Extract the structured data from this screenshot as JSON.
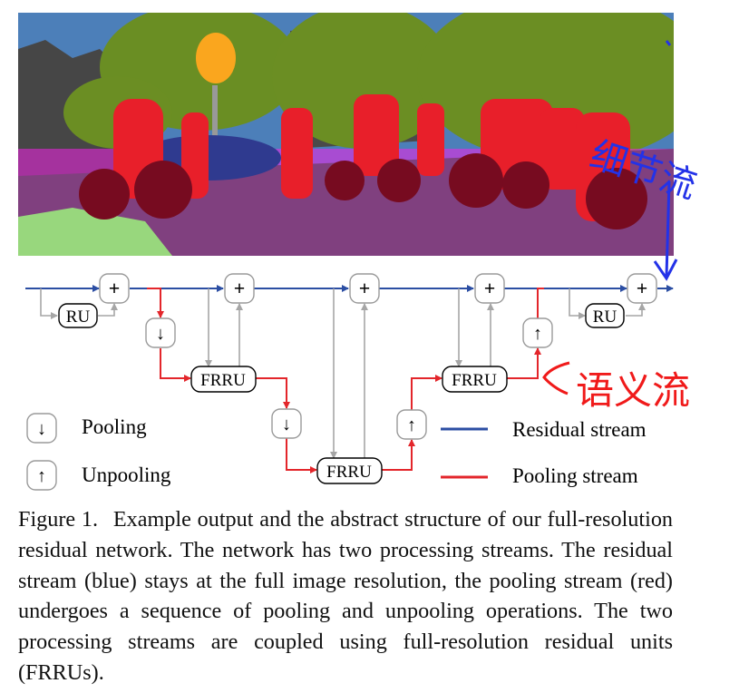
{
  "diagram": {
    "ru_label": "RU",
    "frru_label": "FRRU",
    "plus_symbol": "+",
    "pool_symbol": "↓",
    "unpool_symbol": "↑"
  },
  "legend": {
    "pooling": "Pooling",
    "unpooling": "Unpooling",
    "residual_stream": "Residual stream",
    "pooling_stream": "Pooling stream",
    "residual_color": "#2b4ea3",
    "pooling_color": "#e3262b"
  },
  "caption": {
    "label": "Figure 1.",
    "text": "Example output and the abstract structure of our full-resolution residual network. The network has two processing streams. The residual stream (blue) stays at the full image resolution, the pooling stream (red) undergoes a sequence of pooling and unpooling operations. The two processing streams are coupled using full-resolution residual units (FRRUs)."
  },
  "annotations": {
    "blue_note": "细节流",
    "red_note": "语义流"
  }
}
